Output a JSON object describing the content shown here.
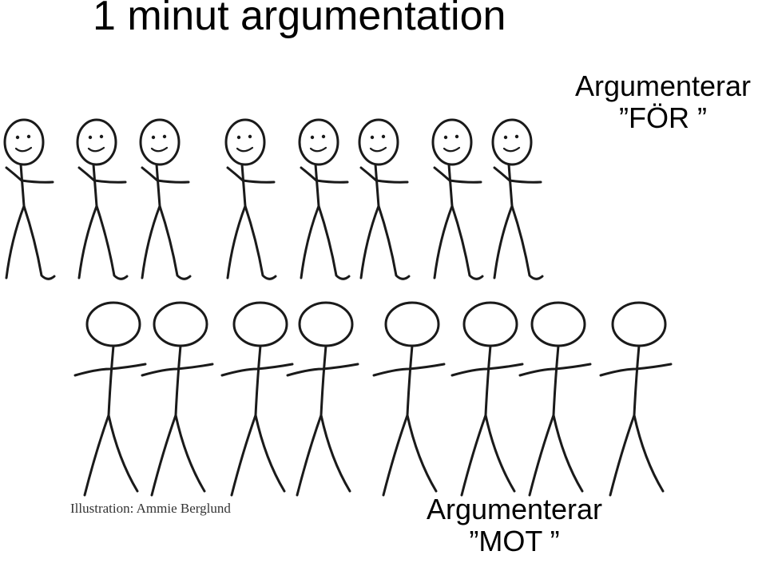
{
  "slide": {
    "title": "1 minut argumentation",
    "label_for_line1": "Argumenterar",
    "label_for_line2": "”FÖR ”",
    "label_mot_line1": "Argumenterar",
    "label_mot_line2": "”MOT ”",
    "credit": "Illustration: Ammie Berglund"
  },
  "figures": {
    "smiling_count": 8,
    "plain_count": 8
  },
  "colors": {
    "background": "#ffffff",
    "ink": "#1a1a1a"
  }
}
